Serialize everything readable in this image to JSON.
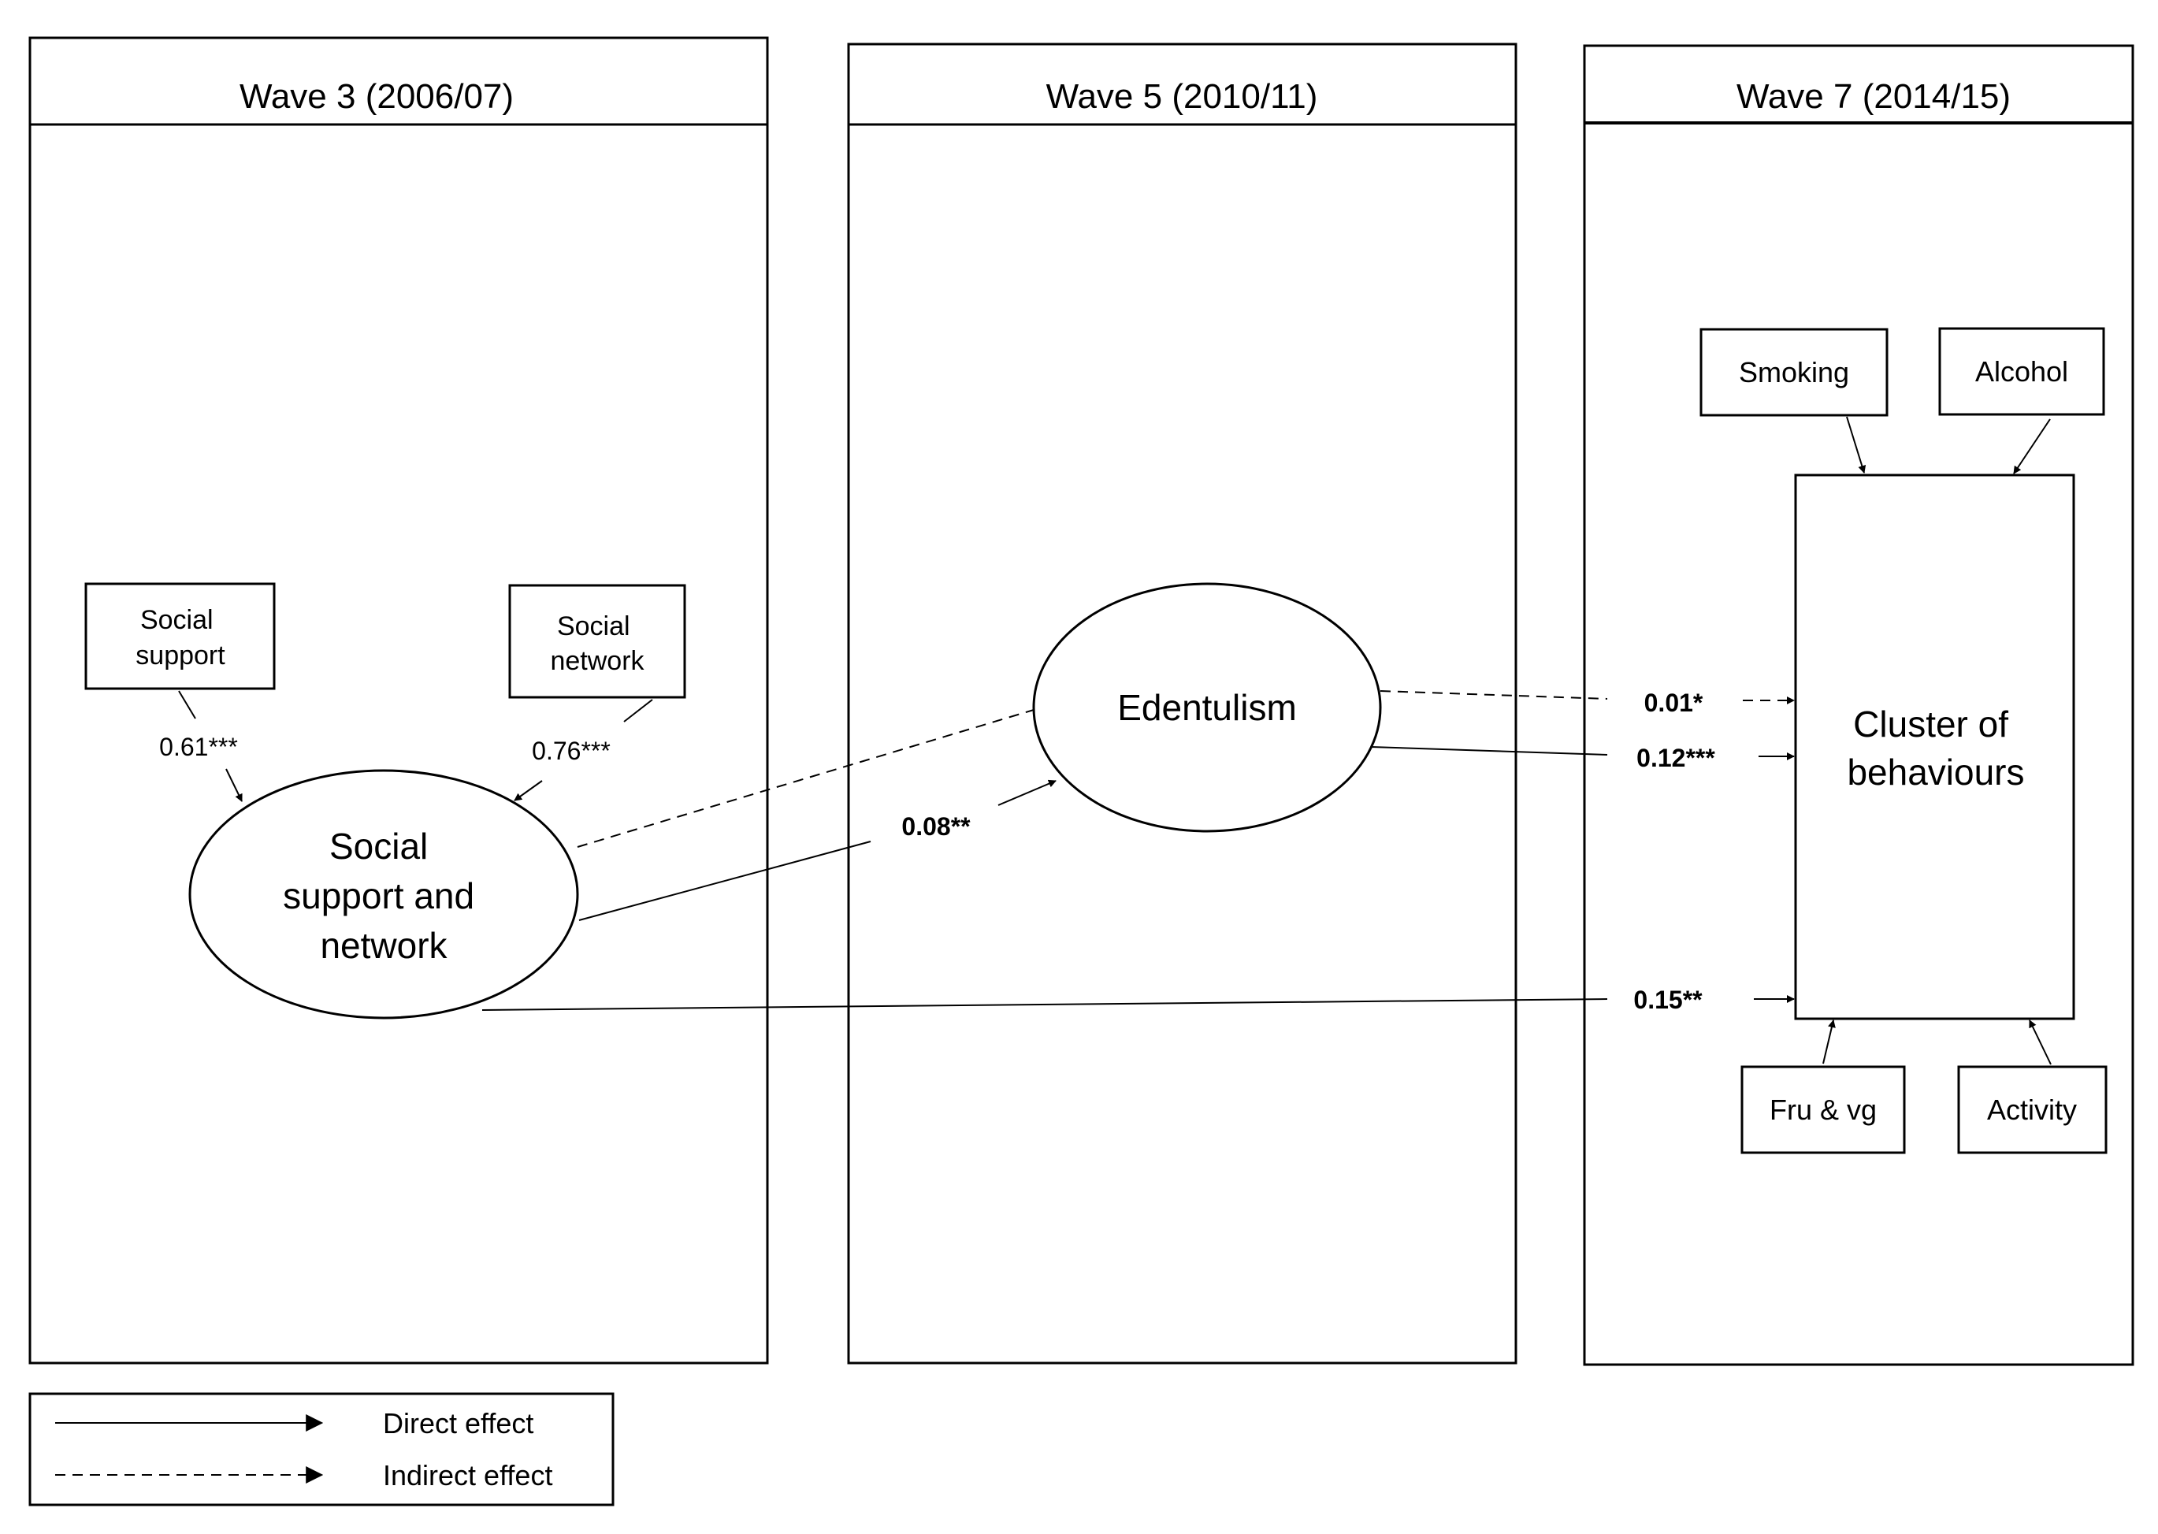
{
  "waves": [
    {
      "title": "Wave 3 (2006/07)"
    },
    {
      "title": "Wave 5 (2010/11)"
    },
    {
      "title": "Wave 7 (2014/15)"
    }
  ],
  "nodes": {
    "social_support": {
      "lines": [
        "Social",
        "support"
      ]
    },
    "social_network": {
      "lines": [
        "Social",
        "network"
      ]
    },
    "latent_social": {
      "lines": [
        "Social",
        "support and",
        "network"
      ]
    },
    "edentulism": {
      "lines": [
        "Edentulism"
      ]
    },
    "cluster": {
      "lines": [
        "Cluster of",
        "behaviours"
      ]
    },
    "smoking": {
      "lines": [
        "Smoking"
      ]
    },
    "alcohol": {
      "lines": [
        "Alcohol"
      ]
    },
    "fruveg": {
      "lines": [
        "Fru & vg"
      ]
    },
    "activity": {
      "lines": [
        "Activity"
      ]
    }
  },
  "coefficients": {
    "social_support_loading": "0.61***",
    "social_network_loading": "0.76***",
    "social_to_edentulism": "0.08**",
    "edentulism_to_cluster_indirect": "0.01*",
    "edentulism_to_cluster_direct": "0.12***",
    "social_to_cluster_direct": "0.15**"
  },
  "legend": {
    "direct": "Direct effect",
    "indirect": "Indirect effect"
  }
}
